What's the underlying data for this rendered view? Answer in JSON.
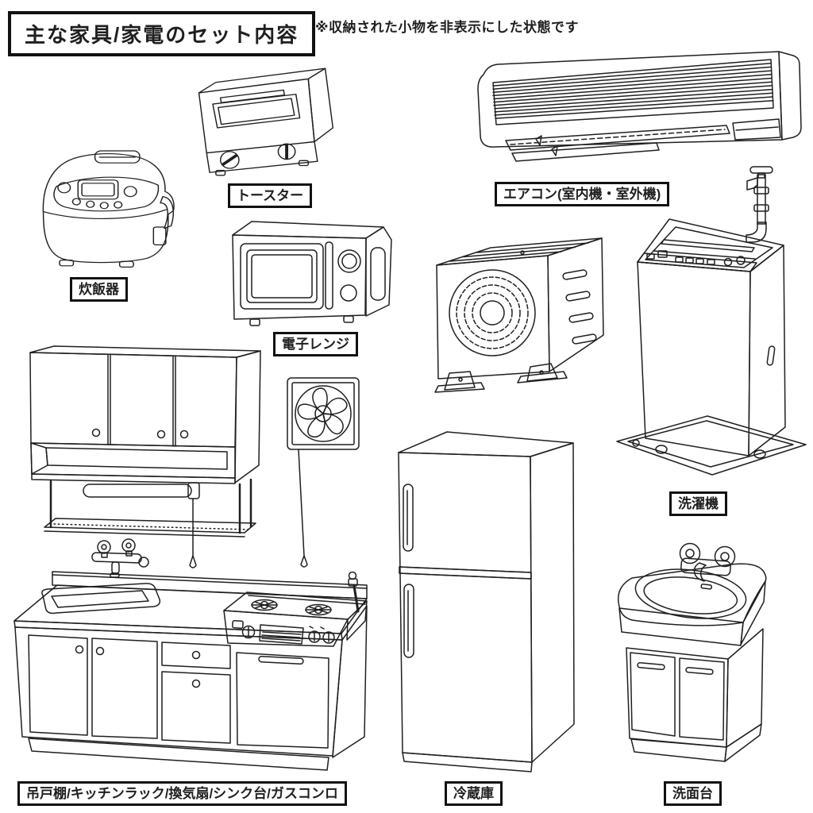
{
  "header": {
    "title": "主な家具/家電のセット内容",
    "note": "※収納された小物を非表示にした状態です"
  },
  "labels": {
    "rice_cooker": "炊飯器",
    "toaster": "トースター",
    "microwave": "電子レンジ",
    "aircon": "エアコン(室内機・室外機)",
    "washer": "洗濯機",
    "fridge": "冷蔵庫",
    "washstand": "洗面台",
    "kitchen": "吊戸棚/キッチンラック/換気扇/シンク台/ガスコンロ"
  },
  "colors": {
    "ink": "#1f1f1f",
    "fill_0": "#f2f2f2",
    "fill_1": "#e6e6e6",
    "fill_2": "#d6d6d6",
    "fill_3": "#c3c3c3",
    "fill_4": "#b0b0b0",
    "label_border": "#111111",
    "background": "#ffffff"
  }
}
